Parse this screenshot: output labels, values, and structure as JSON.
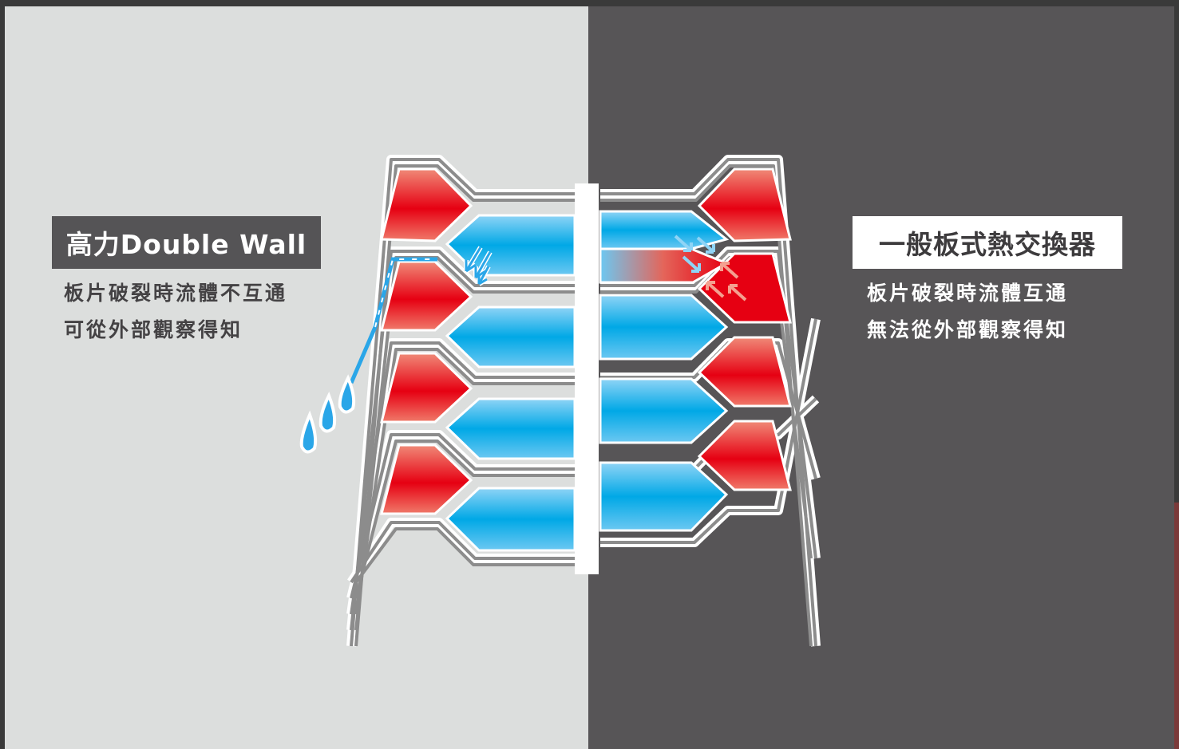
{
  "left": {
    "title": "高力Double Wall",
    "lines": [
      "板片破裂時流體不互通",
      "可從外部觀察得知"
    ],
    "background": "#dcdedd"
  },
  "right": {
    "title": "一般板式熱交換器",
    "lines": [
      "板片破裂時流體互通",
      "無法從外部觀察得知"
    ],
    "background": "#575557"
  },
  "colors": {
    "hot_fluid": "#e60012",
    "cold_fluid": "#00a8e6",
    "plate": "#8c8c8c",
    "leak_drop": "#2aa6e8"
  }
}
